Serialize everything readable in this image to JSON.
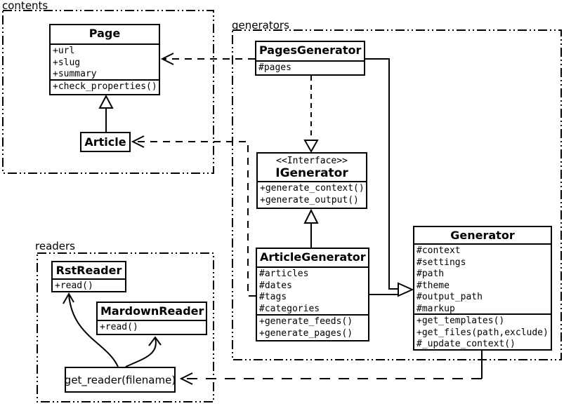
{
  "diagram": {
    "title": "UML class diagram of a static site generator (contents / generators / readers)",
    "colors": {
      "stroke": "#000000",
      "background": "#ffffff"
    },
    "packages": {
      "contents": {
        "label": "contents"
      },
      "generators": {
        "label": "generators"
      },
      "readers": {
        "label": "readers"
      }
    },
    "classes": {
      "page": {
        "title": "Page",
        "attributes": [
          "+url",
          "+slug",
          "+summary"
        ],
        "methods": [
          "+check_properties()"
        ]
      },
      "article": {
        "title": "Article"
      },
      "pages_generator": {
        "title": "PagesGenerator",
        "attributes": [
          "#pages"
        ]
      },
      "igenerator": {
        "stereotype": "<<Interface>>",
        "title": "IGenerator",
        "methods": [
          "+generate_context()",
          "+generate_output()"
        ]
      },
      "article_generator": {
        "title": "ArticleGenerator",
        "attributes": [
          "#articles",
          "#dates",
          "#tags",
          "#categories"
        ],
        "methods": [
          "+generate_feeds()",
          "+generate_pages()"
        ]
      },
      "generator": {
        "title": "Generator",
        "attributes": [
          "#context",
          "#settings",
          "#path",
          "#theme",
          "#output_path",
          "#markup"
        ],
        "methods": [
          "+get_templates()",
          "+get_files(path,exclude)",
          "#_update_context()"
        ]
      },
      "rst_reader": {
        "title": "RstReader",
        "methods": [
          "+read()"
        ]
      },
      "mardown_reader": {
        "title": "MardownReader",
        "methods": [
          "+read()"
        ]
      },
      "get_reader": {
        "title": "get_reader(filename)"
      }
    },
    "relationships": [
      {
        "type": "generalization",
        "from": "Article",
        "to": "Page"
      },
      {
        "type": "dependency",
        "from": "PagesGenerator",
        "to": "Page"
      },
      {
        "type": "dependency",
        "from": "ArticleGenerator",
        "to": "Article"
      },
      {
        "type": "realization",
        "from": "PagesGenerator",
        "to": "IGenerator"
      },
      {
        "type": "generalization",
        "from": "ArticleGenerator",
        "to": "IGenerator"
      },
      {
        "type": "generalization",
        "from": "PagesGenerator",
        "to": "Generator"
      },
      {
        "type": "generalization",
        "from": "ArticleGenerator",
        "to": "Generator"
      },
      {
        "type": "dependency",
        "from": "Generator",
        "to": "get_reader(filename)"
      },
      {
        "type": "arrow",
        "from": "get_reader(filename)",
        "to": "RstReader"
      },
      {
        "type": "arrow",
        "from": "get_reader(filename)",
        "to": "MardownReader"
      }
    ]
  }
}
